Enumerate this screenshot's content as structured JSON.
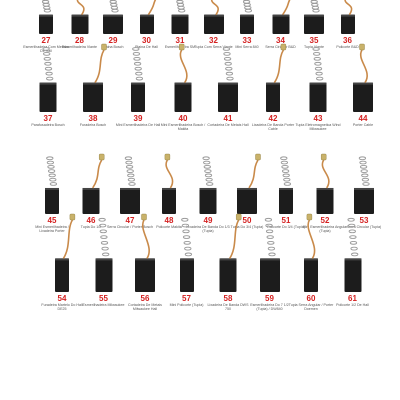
{
  "catalog": {
    "items": [
      {
        "number": "27",
        "caption": "Esmerilhadeira Com Metabo De Hall"
      },
      {
        "number": "28",
        "caption": "Esmerilhadeira Viante"
      },
      {
        "number": "29",
        "caption": "Plaina Bosch"
      },
      {
        "number": "30",
        "caption": "Plaina De Hall"
      },
      {
        "number": "31",
        "caption": "Esmerilhadeira SM"
      },
      {
        "number": "32",
        "caption": "Tupia Com Serra Viante"
      },
      {
        "number": "33",
        "caption": "Mini Serra 840"
      },
      {
        "number": "34",
        "caption": "Serra Circular B&D"
      },
      {
        "number": "35",
        "caption": "Tupia Viante"
      },
      {
        "number": "36",
        "caption": "Policorte B&D"
      },
      {
        "number": "37",
        "caption": "Parafusadeira Bosch"
      },
      {
        "number": "38",
        "caption": "Furadeira Bosch"
      },
      {
        "number": "39",
        "caption": "Mini Esmerilhadeira De Hall"
      },
      {
        "number": "40",
        "caption": "Mini Esmerilhadeira Bosch / Makita"
      },
      {
        "number": "41",
        "caption": "Cortadeira De Metais Hall"
      },
      {
        "number": "42",
        "caption": "Lixadeira De Banda Porter Cable"
      },
      {
        "number": "43",
        "caption": "Tupia Eletromagnetica Wind Milwaukee"
      },
      {
        "number": "44",
        "caption": "Porter Cable"
      },
      {
        "number": "45",
        "caption": "Mini Esmerilhadeira / Lixadeira Porter"
      },
      {
        "number": "46",
        "caption": "Tupia Do 1/2"
      },
      {
        "number": "47",
        "caption": "Serra Circular / Porter Bosch"
      },
      {
        "number": "48",
        "caption": "Policorte Makita"
      },
      {
        "number": "49",
        "caption": "Lixadeira De Banda Do 1/3 (Tupia)"
      },
      {
        "number": "50",
        "caption": "Tupia Do 3/4 (Tupia)"
      },
      {
        "number": "51",
        "caption": "Policorte Do 3/4 (Tupia)"
      },
      {
        "number": "52",
        "caption": "Mini Esmerilhadeira Angular (Tupia)"
      },
      {
        "number": "53",
        "caption": "Serra Circular (Tupia)"
      },
      {
        "number": "54",
        "caption": "Furadeira Martelo Do Hall DE25"
      },
      {
        "number": "55",
        "caption": "Esmerilhadeira Milwaukee"
      },
      {
        "number": "56",
        "caption": "Cortadeira De Metais Milwaukee Hall"
      },
      {
        "number": "57",
        "caption": "Mini Policorte (Tupia)"
      },
      {
        "number": "58",
        "caption": "Lixadeira De Banda DWS 750"
      },
      {
        "number": "59",
        "caption": "Esmerilhadeira Do 7 1/2 (Tupia) / DW840"
      },
      {
        "number": "60",
        "caption": "Tupia Serra Angular / Porter Doemen"
      },
      {
        "number": "61",
        "caption": "Policorte 1/2 De Hall"
      }
    ]
  },
  "colors": {
    "number": "#d42020",
    "caption": "#555555",
    "carbon": "#1c1c1c",
    "copper": "#c98a4a",
    "spring": "#9a9a9a"
  }
}
